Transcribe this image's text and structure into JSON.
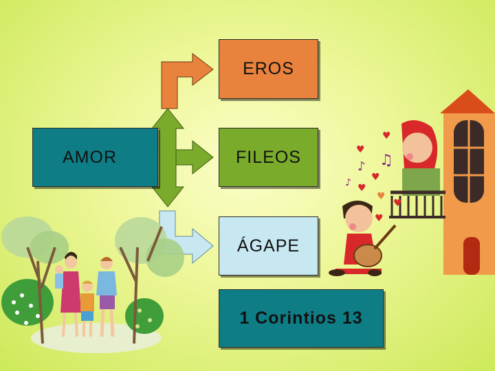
{
  "diagram": {
    "root": "AMOR",
    "branches": [
      "EROS",
      "FILEOS",
      "ÁGAPE"
    ],
    "reference": "1 Corintios 13"
  },
  "colors": {
    "eros": "#e8823c",
    "fileos": "#7bab2b",
    "agape": "#c8e8f1",
    "teal": "#0f7d86"
  }
}
